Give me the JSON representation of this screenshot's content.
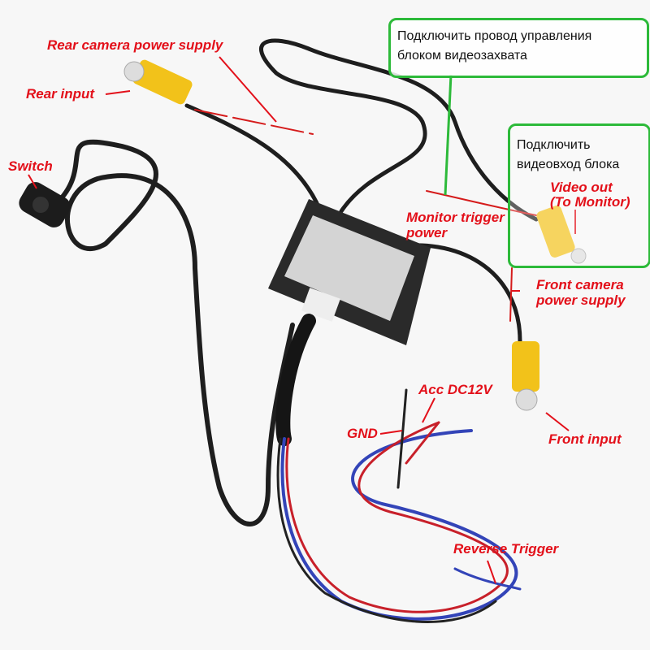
{
  "labels": {
    "rear_power": "Rear camera power supply",
    "rear_input": "Rear input",
    "switch": "Switch",
    "monitor_trigger_1": "Monitor trigger",
    "monitor_trigger_2": "power",
    "front_power_1": "Front camera",
    "front_power_2": "power supply",
    "acc": "Acc DC12V",
    "gnd": "GND",
    "front_input": "Front input",
    "reverse_trigger": "Reverse Trigger",
    "video_out_1": "Video out",
    "video_out_2": "(To Monitor)"
  },
  "notes": {
    "control_line1": "Подключить провод управления",
    "control_line2": "блоком видеозахвата",
    "video_line1": "Подключить",
    "video_line2": "видеовход блока"
  },
  "colors": {
    "annotation": "#e3101a",
    "note_border": "#2dba3a",
    "rca_yellow": "#f2c21a"
  }
}
